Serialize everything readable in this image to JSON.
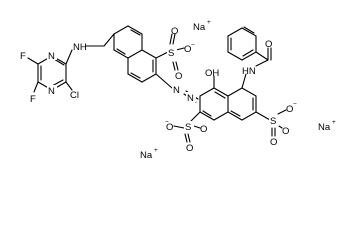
{
  "structure": {
    "atoms": {
      "na": "Na",
      "plus": "+",
      "minus": "−",
      "f": "F",
      "cl": "Cl",
      "n": "N",
      "nh": "NH",
      "hn": "HN",
      "oh": "OH",
      "o": "O",
      "o_minus": "O",
      "s": "S"
    }
  }
}
